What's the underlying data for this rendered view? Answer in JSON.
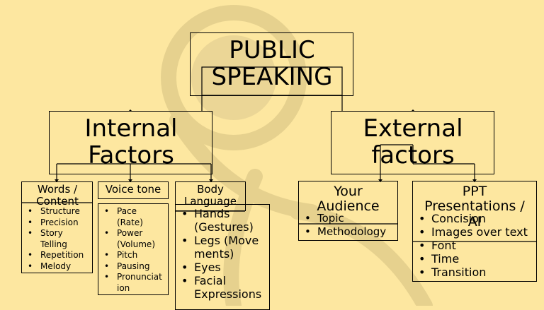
{
  "title": "PUBLIC SPEAKING",
  "colors": {
    "background": "#fde7a0",
    "line": "#000000",
    "watermark": "#e4cf8c"
  },
  "internal": {
    "label": "Internal Factors",
    "words": {
      "label": "Words / Content",
      "items": [
        "Structure",
        "Precision",
        "Story Telling",
        "Repetition",
        "Melody"
      ]
    },
    "voice": {
      "label": "Voice tone",
      "items": [
        "Pace (Rate)",
        "Power (Volume)",
        "Pitch",
        "Pausing",
        "Pronunciation"
      ]
    },
    "body": {
      "label": "Body Language",
      "items": [
        "Hands (Gestures)",
        "Legs (Movements)",
        "Eyes",
        "Facial Expressions"
      ]
    }
  },
  "external": {
    "label": "External factors",
    "audience": {
      "label": "Your Audience",
      "items": [
        "Topic",
        "Methodology"
      ]
    },
    "ppt": {
      "label": "PPT Presentations / AI",
      "items": [
        "Concision",
        "Images over text",
        "Font",
        "Time",
        "Transition"
      ]
    }
  }
}
